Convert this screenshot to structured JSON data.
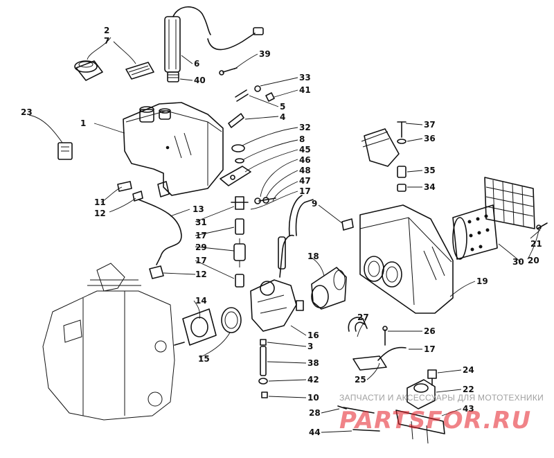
{
  "callouts": [
    {
      "id": "c1",
      "label": "1"
    },
    {
      "id": "c2",
      "label": "2"
    },
    {
      "id": "c3",
      "label": "3"
    },
    {
      "id": "c4",
      "label": "4"
    },
    {
      "id": "c5",
      "label": "5"
    },
    {
      "id": "c6",
      "label": "6"
    },
    {
      "id": "c7",
      "label": "7"
    },
    {
      "id": "c8",
      "label": "8"
    },
    {
      "id": "c9",
      "label": "9"
    },
    {
      "id": "c10",
      "label": "10"
    },
    {
      "id": "c11",
      "label": "11"
    },
    {
      "id": "c12a",
      "label": "12"
    },
    {
      "id": "c12b",
      "label": "12"
    },
    {
      "id": "c13",
      "label": "13"
    },
    {
      "id": "c14",
      "label": "14"
    },
    {
      "id": "c15",
      "label": "15"
    },
    {
      "id": "c16",
      "label": "16"
    },
    {
      "id": "c17a",
      "label": "17"
    },
    {
      "id": "c17b",
      "label": "17"
    },
    {
      "id": "c17c",
      "label": "17"
    },
    {
      "id": "c17d",
      "label": "17"
    },
    {
      "id": "c18",
      "label": "18"
    },
    {
      "id": "c19",
      "label": "19"
    },
    {
      "id": "c20",
      "label": "20"
    },
    {
      "id": "c21",
      "label": "21"
    },
    {
      "id": "c22",
      "label": "22"
    },
    {
      "id": "c23",
      "label": "23"
    },
    {
      "id": "c24",
      "label": "24"
    },
    {
      "id": "c25",
      "label": "25"
    },
    {
      "id": "c26",
      "label": "26"
    },
    {
      "id": "c27",
      "label": "27"
    },
    {
      "id": "c28",
      "label": "28"
    },
    {
      "id": "c29",
      "label": "29"
    },
    {
      "id": "c30",
      "label": "30"
    },
    {
      "id": "c31",
      "label": "31"
    },
    {
      "id": "c32",
      "label": "32"
    },
    {
      "id": "c33",
      "label": "33"
    },
    {
      "id": "c34",
      "label": "34"
    },
    {
      "id": "c35",
      "label": "35"
    },
    {
      "id": "c36",
      "label": "36"
    },
    {
      "id": "c37",
      "label": "37"
    },
    {
      "id": "c38",
      "label": "38"
    },
    {
      "id": "c39",
      "label": "39"
    },
    {
      "id": "c40",
      "label": "40"
    },
    {
      "id": "c41",
      "label": "41"
    },
    {
      "id": "c42",
      "label": "42"
    },
    {
      "id": "c43",
      "label": "43"
    },
    {
      "id": "c44",
      "label": "44"
    },
    {
      "id": "c45",
      "label": "45"
    },
    {
      "id": "c46",
      "label": "46"
    },
    {
      "id": "c47",
      "label": "47"
    },
    {
      "id": "c48",
      "label": "48"
    }
  ],
  "watermark": {
    "line": "ЗАПЧАСТИ И АКСЕССУАРЫ ДЛЯ МОТОТЕХНИКИ",
    "logo": "PARTSFOR.RU",
    "color": "#e41e26"
  }
}
